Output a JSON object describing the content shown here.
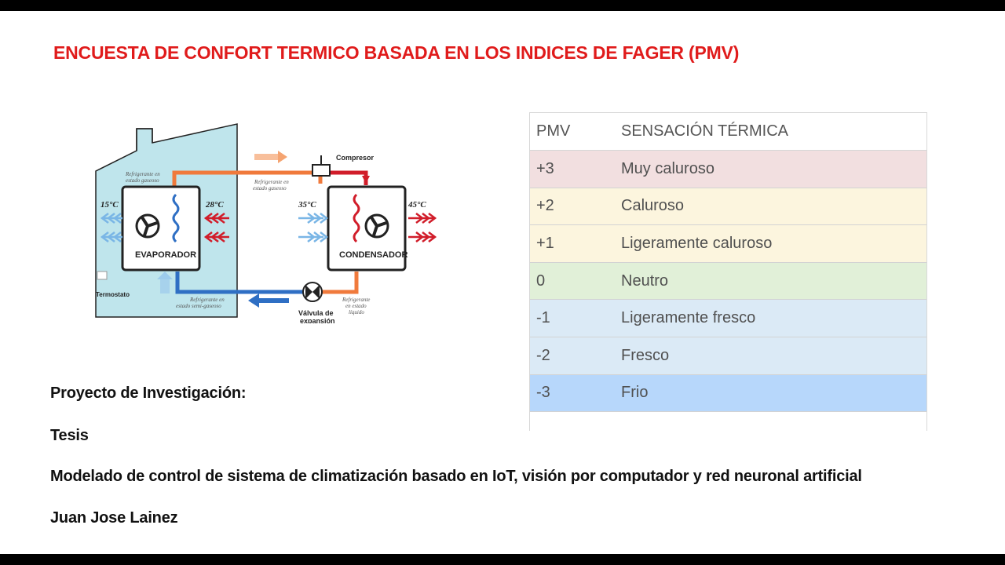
{
  "title": "ENCUESTA DE CONFORT TERMICO BASADA EN LOS INDICES DE FAGER (PMV)",
  "diagram": {
    "evaporador": "EVAPORADOR",
    "condensador": "CONDENSADOR",
    "compresor": "Compresor",
    "valvula_line1": "Válvula de",
    "valvula_line2": "expansión",
    "termostato": "Termostato",
    "temp_in_left": "15°C",
    "temp_in_right": "28°C",
    "temp_out_left": "35°C",
    "temp_out_right": "45°C",
    "ref_gas_top_1": "Refrigerante en",
    "ref_gas_top_2": "estado gaseoso",
    "ref_gas_mid_1": "Refrigerante en",
    "ref_gas_mid_2": "estado gaseoso",
    "ref_semi_1": "Refrigerante en",
    "ref_semi_2": "estado semi-gaseoso",
    "ref_liq_1": "Refrigerante",
    "ref_liq_2": "en estado",
    "ref_liq_3": "líquido"
  },
  "table": {
    "header_pmv": "PMV",
    "header_sensacion": "SENSACIÓN TÉRMICA",
    "rows": [
      {
        "pmv": "+3",
        "sensacion": "Muy caluroso",
        "color": "#f2dfe0"
      },
      {
        "pmv": "+2",
        "sensacion": "Caluroso",
        "color": "#fcf5de"
      },
      {
        "pmv": "+1",
        "sensacion": "Ligeramente caluroso",
        "color": "#fcf5de"
      },
      {
        "pmv": "0",
        "sensacion": "Neutro",
        "color": "#e1f0d8"
      },
      {
        "pmv": "-1",
        "sensacion": "Ligeramente fresco",
        "color": "#dbeaf6"
      },
      {
        "pmv": "-2",
        "sensacion": "Fresco",
        "color": "#dbeaf6"
      },
      {
        "pmv": "-3",
        "sensacion": "Frio",
        "color": "#b7d7fb"
      }
    ]
  },
  "info": {
    "proyecto": "Proyecto de Investigación:",
    "tipo": "Tesis",
    "tema": "Modelado de control de sistema de climatización basado en IoT, visión por computador y red neuronal artificial",
    "autor": "Juan Jose Lainez"
  }
}
